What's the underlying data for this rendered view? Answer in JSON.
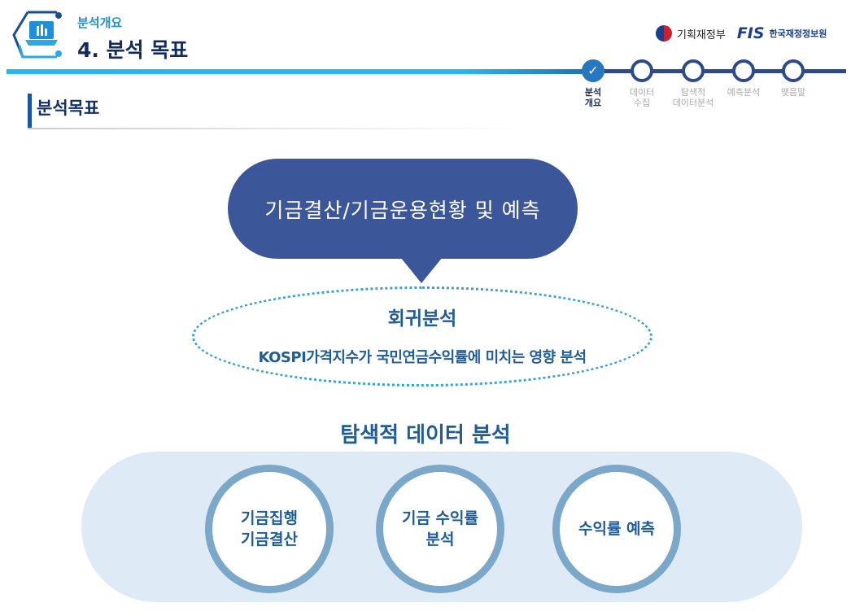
{
  "header": {
    "breadcrumb": "분석개요",
    "title": "4. 분석 목표"
  },
  "brand": {
    "ministry": "기획재정부",
    "fis_logo": "FIS",
    "fis_name": "한국재정정보원"
  },
  "steps": [
    {
      "label": "분석\n개요",
      "state": "done"
    },
    {
      "label": "데이터\n수집",
      "state": "todo"
    },
    {
      "label": "탐색적\n데이터분석",
      "state": "todo"
    },
    {
      "label": "예측분석",
      "state": "todo"
    },
    {
      "label": "맺음말",
      "state": "todo"
    }
  ],
  "section_title": "분석목표",
  "goal": "기금결산/기금운용현황 및 예측",
  "regression": {
    "title": "회귀분석",
    "subtitle": "KOSPI가격지수가 국민연금수익률에 미치는 영향 분석"
  },
  "eda": {
    "title": "탐색적 데이터 분석",
    "items": [
      "기금집행\n기금결산",
      "기금 수익률\n분석",
      "수익률 예측"
    ]
  }
}
